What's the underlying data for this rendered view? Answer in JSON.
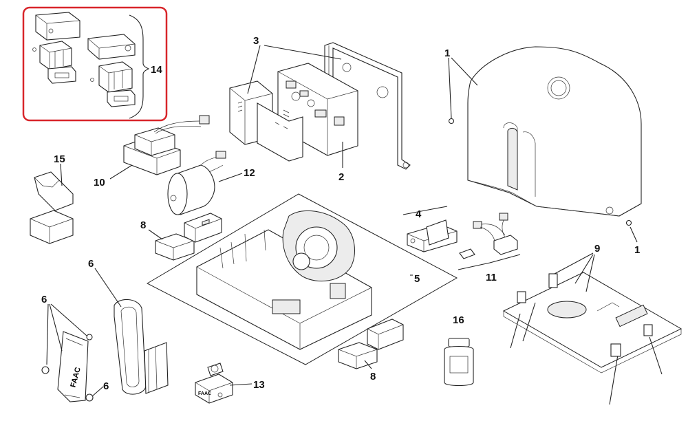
{
  "labels": {
    "p1a": "1",
    "p1b": "1",
    "p2": "2",
    "p3": "3",
    "p4": "4",
    "p5": "5",
    "p6a": "6",
    "p6b": "6",
    "p6c": "6",
    "p8a": "8",
    "p8b": "8",
    "p9": "9",
    "p10": "10",
    "p11": "11",
    "p12": "12",
    "p13": "13",
    "p14": "14",
    "p15": "15",
    "p16": "16"
  },
  "brand_marks": {
    "photocell_logo": "FAAC",
    "release_key_logo": "FAAC"
  },
  "colors": {
    "highlight": "#d8252a",
    "line": "#222222"
  }
}
